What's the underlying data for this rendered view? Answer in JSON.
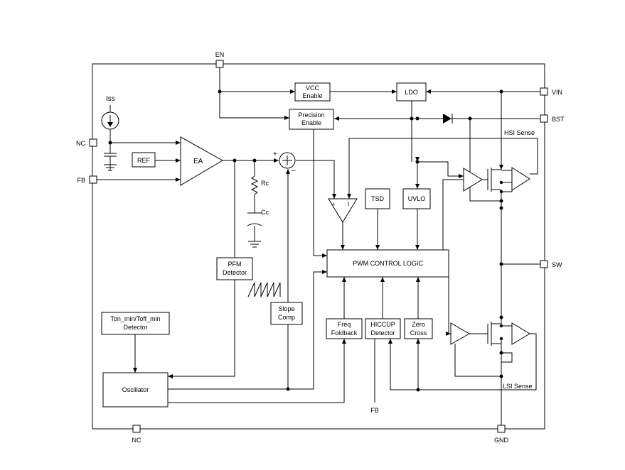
{
  "pins": {
    "en": "EN",
    "vin": "VIN",
    "bst": "BST",
    "sw": "SW",
    "gnd": "GND",
    "nc_left": "NC",
    "nc_bottom": "NC",
    "fb": "FB"
  },
  "blocks": {
    "vcc_enable": [
      "VCC",
      "Enable"
    ],
    "ldo": "LDO",
    "precision_enable": [
      "Precision",
      "Enable"
    ],
    "ref": "REF",
    "ea": "EA",
    "tsd": "TSD",
    "uvlo": "UVLO",
    "pwm_control_logic": "PWM CONTROL LOGIC",
    "pfm_detector": [
      "PFM",
      "Detector"
    ],
    "slope_comp": [
      "Slope",
      "Comp"
    ],
    "ton_toff_detector": [
      "Ton_min/Toff_min",
      "Detector"
    ],
    "oscillator": "Oscillator",
    "freq_foldback": [
      "Freq",
      "Foldback"
    ],
    "hiccup_detector": [
      "HICCUP",
      "Detector"
    ],
    "zero_cross": [
      "Zero",
      "Cross"
    ]
  },
  "labels": {
    "iss": "Iss",
    "hsi_sense": "HSI Sense",
    "lsi_sense": "LSI Sense",
    "rc": "Rc",
    "cc": "Cc",
    "fb_bottom": "FB",
    "plus": "+",
    "minus": "–",
    "comp_plus": "+",
    "comp_minus": "I"
  }
}
